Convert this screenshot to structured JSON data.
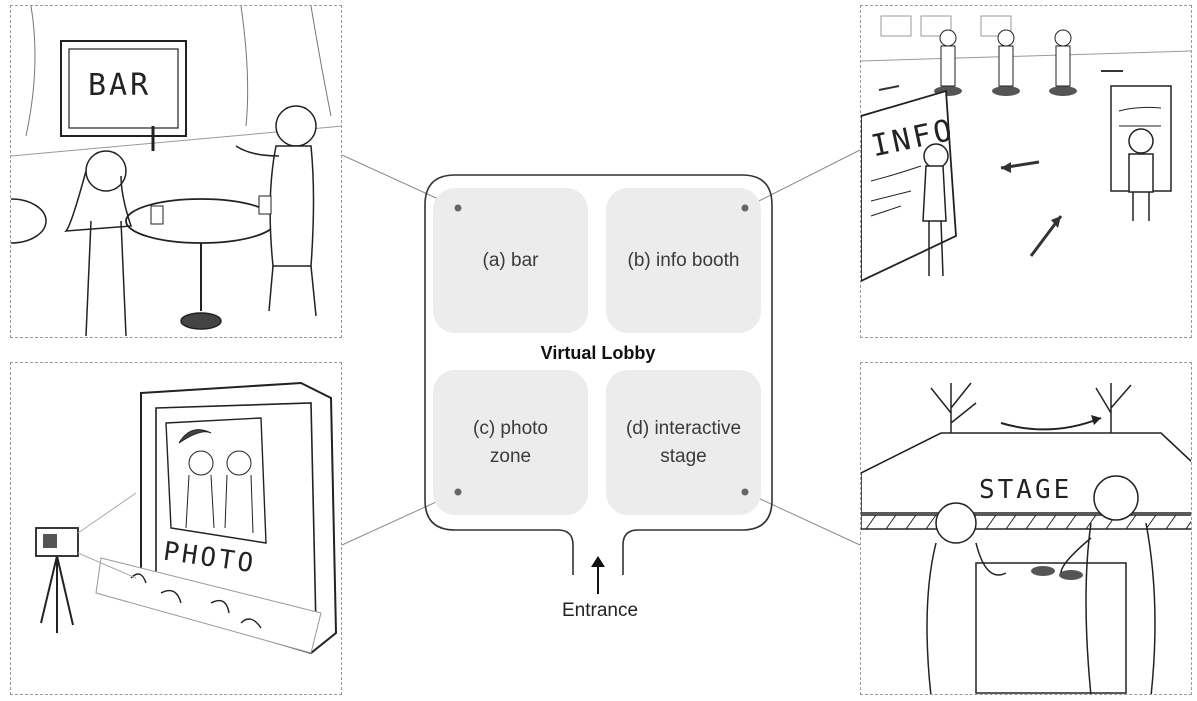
{
  "diagram": {
    "lobby_title": "Virtual Lobby",
    "entrance_label": "Entrance",
    "zones": [
      {
        "id": "a",
        "label": "(a) bar"
      },
      {
        "id": "b",
        "label": "(b) info booth"
      },
      {
        "id": "c",
        "label": "(c) photo zone"
      },
      {
        "id": "d",
        "label": "(d) interactive stage"
      }
    ],
    "panels": {
      "bar": {
        "sign_text": "BAR"
      },
      "info": {
        "sign_text": "INFO"
      },
      "photo": {
        "sign_text": "PHOTO"
      },
      "stage": {
        "sign_text": "STAGE"
      }
    }
  }
}
